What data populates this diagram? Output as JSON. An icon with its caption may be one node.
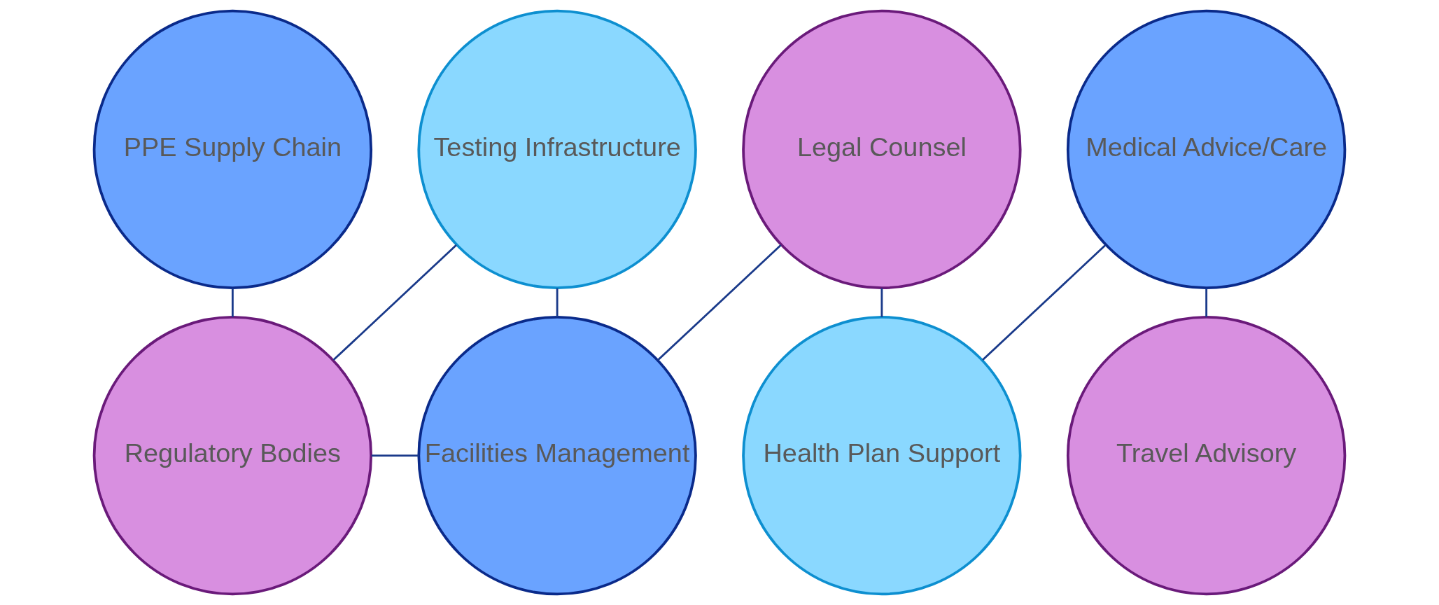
{
  "diagram": {
    "nodes": [
      {
        "text": [
          "PPE Supply Chain"
        ]
      },
      {
        "text": [
          "Testing Infrastructure"
        ]
      },
      {
        "text": [
          "Legal Counsel"
        ]
      },
      {
        "text": [
          "Medical Advice/Care"
        ]
      },
      {
        "text": [
          "Regulatory Bodies"
        ]
      },
      {
        "text": [
          "Facilities Management"
        ]
      },
      {
        "text": [
          "Health Plan Support"
        ]
      },
      {
        "text": [
          "Travel Advisory"
        ]
      }
    ],
    "edges": [
      {
        "from": 0,
        "to": 4,
        "arrow": "none"
      },
      {
        "from": 4,
        "to": 1,
        "arrow": "none"
      },
      {
        "from": 4,
        "to": 5,
        "arrow": "none"
      },
      {
        "from": 1,
        "to": 5,
        "arrow": "none"
      },
      {
        "from": 5,
        "to": 2,
        "arrow": "none"
      },
      {
        "from": 2,
        "to": 6,
        "arrow": "none"
      },
      {
        "from": 6,
        "to": 3,
        "arrow": "none"
      },
      {
        "from": 3,
        "to": 7,
        "arrow": "none"
      }
    ]
  }
}
